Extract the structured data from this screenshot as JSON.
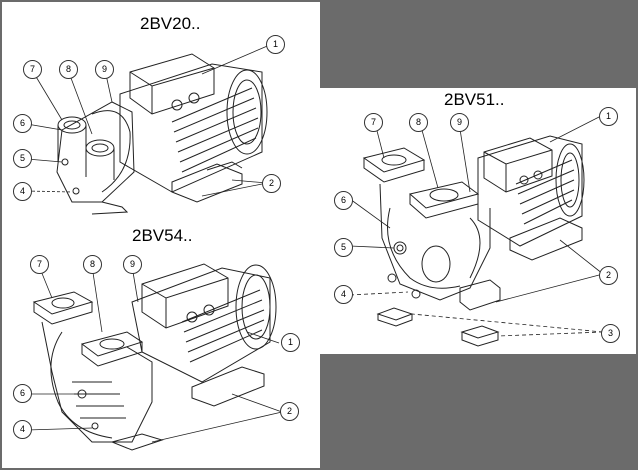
{
  "figures": [
    {
      "title": "2BV20..",
      "callouts": [
        "1",
        "2",
        "4",
        "5",
        "6",
        "7",
        "8",
        "9"
      ]
    },
    {
      "title": "2BV54..",
      "callouts": [
        "1",
        "2",
        "4",
        "6",
        "7",
        "8",
        "9"
      ]
    },
    {
      "title": "2BV51..",
      "callouts": [
        "1",
        "2",
        "3",
        "4",
        "5",
        "6",
        "7",
        "8",
        "9"
      ]
    }
  ],
  "colors": {
    "background": "#6b6b6b",
    "panel": "#ffffff",
    "line": "#222222"
  }
}
